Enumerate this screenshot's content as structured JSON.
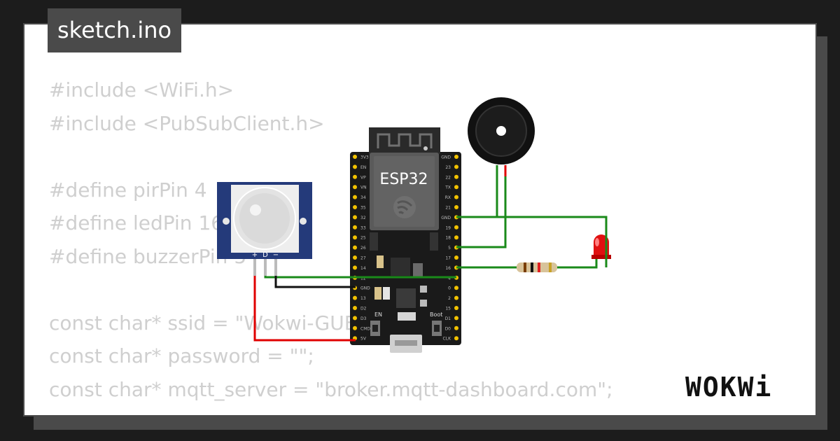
{
  "tab": {
    "filename": "sketch.ino"
  },
  "code_lines": [
    "#include <WiFi.h>",
    "#include <PubSubClient.h>",
    "",
    "#define pirPin 4",
    "#define ledPin 16",
    "#define buzzerPin 5",
    "",
    "const char* ssid = \"Wokwi-GUEST\";",
    "const char* password = \"\";",
    "const char* mqtt_server = \"broker.mqtt-dashboard.com\";"
  ],
  "board": {
    "label": "ESP32",
    "left_pins": [
      "3V3",
      "EN",
      "VP",
      "VN",
      "34",
      "35",
      "32",
      "33",
      "25",
      "26",
      "27",
      "14",
      "12",
      "GND",
      "13",
      "D2",
      "D3",
      "CMD",
      "5V"
    ],
    "right_pins": [
      "GND",
      "23",
      "22",
      "TX",
      "RX",
      "21",
      "GND",
      "19",
      "18",
      "5",
      "17",
      "16",
      "4",
      "0",
      "2",
      "15",
      "D1",
      "D0",
      "CLK"
    ],
    "button_en": "EN",
    "button_boot": "Boot"
  },
  "pir": {
    "pin_labels": [
      "+",
      "D",
      "−"
    ]
  },
  "brand": {
    "logo_text": "WOKWi"
  },
  "colors": {
    "background": "#1c1c1c",
    "card": "#ffffff",
    "tab": "#4a4a4a",
    "code_text": "#cfcfcf",
    "wire_green": "#1a8a1a",
    "wire_red": "#e00000",
    "wire_black": "#111111",
    "board": "#1a1a1a",
    "pir_blue": "#243a7a",
    "led": "#e01010"
  },
  "icons": [
    "esp32-logo-icon",
    "buzzer-icon",
    "led-icon",
    "resistor-icon",
    "pir-sensor-icon",
    "usb-connector-icon"
  ]
}
